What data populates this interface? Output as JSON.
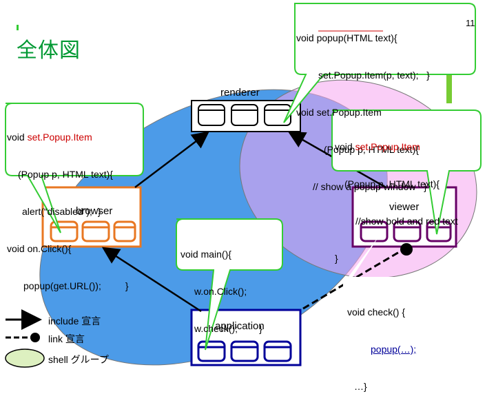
{
  "slide": {
    "title": "全体図",
    "page_number": "11"
  },
  "components": {
    "renderer": "renderer",
    "browser": "browser",
    "viewer": "viewer",
    "application": "application"
  },
  "callouts": {
    "renderer_popup": {
      "lines": [
        "void popup(HTML text){",
        "set.Popup.Item(p, text);   }",
        "void set.Popup.Item",
        "(Popup p, HTML text){",
        "// show a popup window   }"
      ]
    },
    "browser_setitem": {
      "line1_plain": "void ",
      "line1_red": "set.Popup.Item",
      "lines": [
        "(Popup p, HTML text){",
        "alert(“disabled”);  }",
        "void on.Click(){",
        "popup(get.URL());         }"
      ]
    },
    "viewer_setitem": {
      "line1_plain": "void ",
      "line1_red": "set.Popup.Item",
      "lines": [
        "(Popup p, HTML text){",
        "//show bold and red text",
        "}"
      ]
    },
    "app_main": {
      "lines": [
        "void main(){",
        "w.on.Click();",
        "w.check();        }"
      ]
    },
    "viewer_check": {
      "lines": [
        "void check() {",
        "popup(…);",
        "…}"
      ]
    }
  },
  "legend": {
    "include": "include 宣言",
    "link": "link 宣言",
    "shell": "shell グループ"
  },
  "colors": {
    "title": "#009933",
    "renderer_box": "#000000",
    "browser_box": "#e87722",
    "viewer_box": "#660066",
    "application_box": "#000099",
    "callout_border": "#33cc33",
    "shell_fill": "#ddf0c0",
    "blue_group": "#4c9be8",
    "pink_group": "#f5a6f0"
  }
}
